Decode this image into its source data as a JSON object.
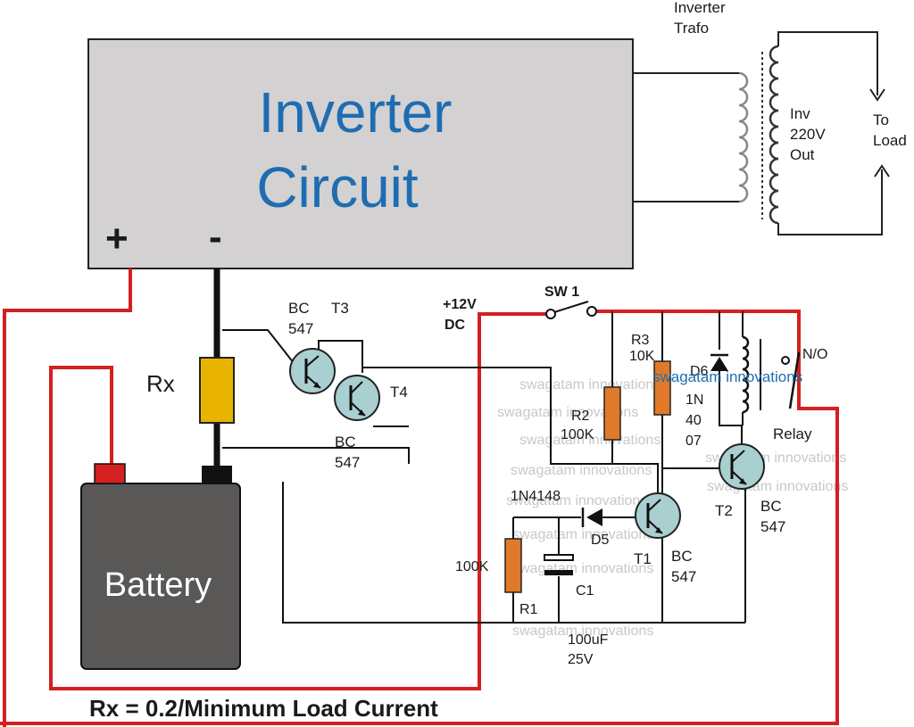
{
  "inverter": {
    "title_line1": "Inverter",
    "title_line2": "Circuit",
    "plus": "+",
    "minus": "-"
  },
  "trafo": {
    "label_line1": "Inverter",
    "label_line2": "Trafo"
  },
  "output": {
    "inv_line1": "Inv",
    "inv_line2": "220V",
    "inv_line3": "Out",
    "to_line1": "To",
    "to_line2": "Load"
  },
  "battery": {
    "label": "Battery"
  },
  "rx": {
    "label": "Rx"
  },
  "transistors": {
    "t3": {
      "name": "T3",
      "type_line1": "BC",
      "type_line2": "547"
    },
    "t4": {
      "name": "T4",
      "type_line1": "BC",
      "type_line2": "547"
    },
    "t1": {
      "name": "T1",
      "type_line1": "BC",
      "type_line2": "547"
    },
    "t2": {
      "name": "T2",
      "type_line1": "BC",
      "type_line2": "547"
    }
  },
  "supply": {
    "line1": "+12V",
    "line2": "DC"
  },
  "switch": {
    "label": "SW 1"
  },
  "r3": {
    "name": "R3",
    "value": "10K"
  },
  "r2": {
    "name": "R2",
    "value": "100K"
  },
  "r1": {
    "name": "R1",
    "value": "100K"
  },
  "d6": {
    "name": "D6",
    "value_line1": "1N",
    "value_line2": "40",
    "value_line3": "07"
  },
  "d5": {
    "name": "D5",
    "value": "1N4148"
  },
  "c1": {
    "name": "C1",
    "value_line1": "100uF",
    "value_line2": "25V"
  },
  "relay": {
    "label": "Relay",
    "contact": "N/O"
  },
  "watermark": {
    "brand": "swagatam innovations",
    "repeat": "swagatam innovations"
  },
  "formula": "Rx = 0.2/Minimum Load Current",
  "colors": {
    "red_wire": "#d42020",
    "black_wire": "#111111",
    "box_fill": "#d3d1d1",
    "title_blue": "#1e6db3",
    "resistor_orange": "#e07a2a",
    "rx_yellow": "#e8b400",
    "transistor_fill": "#a9cfd0",
    "battery_fill": "#5a5857"
  }
}
